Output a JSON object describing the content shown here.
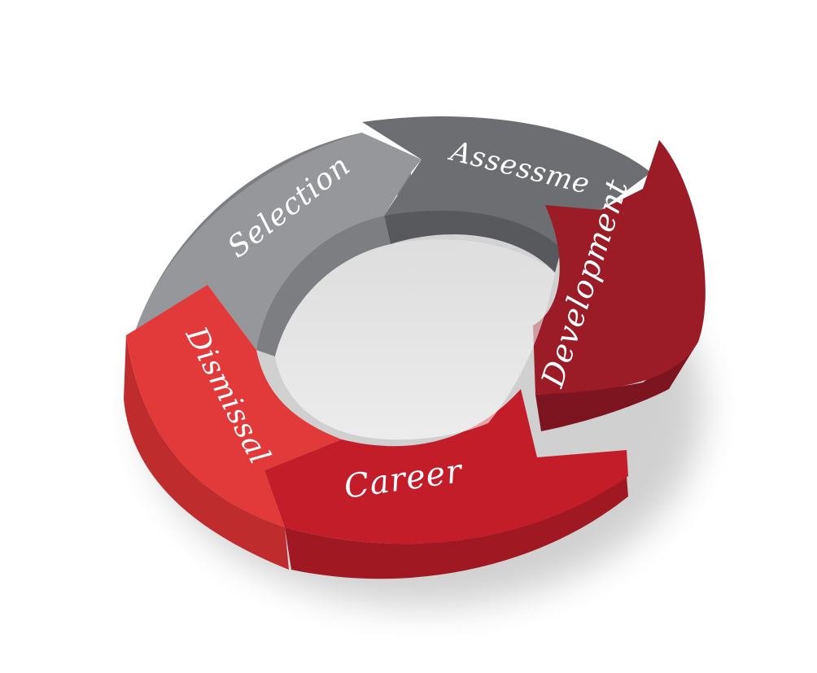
{
  "segments": [
    {
      "id": "selection",
      "label": "Selection",
      "top_color": "#96979b",
      "side_color": "#7d7e82"
    },
    {
      "id": "assessment",
      "label": "Assessme",
      "top_color": "#6d6e71",
      "side_color": "#58595c"
    },
    {
      "id": "development",
      "label": "Development",
      "top_color": "#9b1b27",
      "side_color": "#7c1520"
    },
    {
      "id": "career",
      "label": "Career",
      "top_color": "#c21d29",
      "side_color": "#a01822"
    },
    {
      "id": "dismissal",
      "label": "Dismissal",
      "top_color": "#e23a3b",
      "side_color": "#bf2c2e"
    }
  ]
}
